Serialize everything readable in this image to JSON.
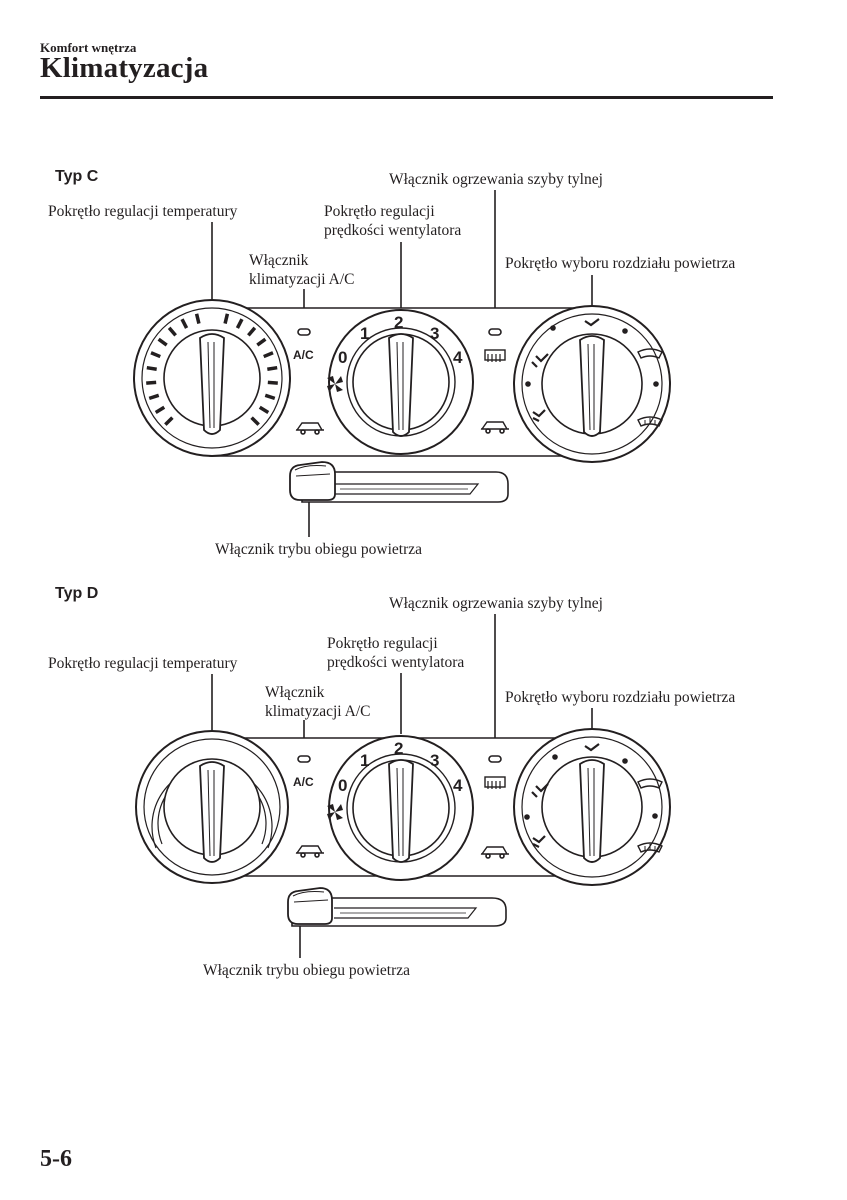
{
  "header": {
    "section": "Komfort wnętrza",
    "title": "Klimatyzacja"
  },
  "diagrams": [
    {
      "type_label": "Typ C",
      "temp_knob": "Pokrętło regulacji temperatury",
      "fan_knob": [
        "Pokrętło regulacji",
        "prędkości wentylatora"
      ],
      "ac_switch": [
        "Włącznik",
        "klimatyzacji A/C"
      ],
      "rear_defrost": "Włącznik ogrzewania szyby tylnej",
      "mode_knob": "Pokrętło wyboru rozdziału powietrza",
      "recirc_lever": "Włącznik trybu obiegu powietrza",
      "fan_numbers": [
        "0",
        "1",
        "2",
        "3",
        "4"
      ],
      "ac_text": "A/C"
    },
    {
      "type_label": "Typ D",
      "temp_knob": "Pokrętło regulacji temperatury",
      "fan_knob": [
        "Pokrętło regulacji",
        "prędkości wentylatora"
      ],
      "ac_switch": [
        "Włącznik",
        "klimatyzacji A/C"
      ],
      "rear_defrost": "Włącznik ogrzewania szyby tylnej",
      "mode_knob": "Pokrętło wyboru rozdziału powietrza",
      "recirc_lever": "Włącznik trybu obiegu powietrza",
      "fan_numbers": [
        "0",
        "1",
        "2",
        "3",
        "4"
      ],
      "ac_text": "A/C"
    }
  ],
  "footer": {
    "page_number": "5-6"
  }
}
